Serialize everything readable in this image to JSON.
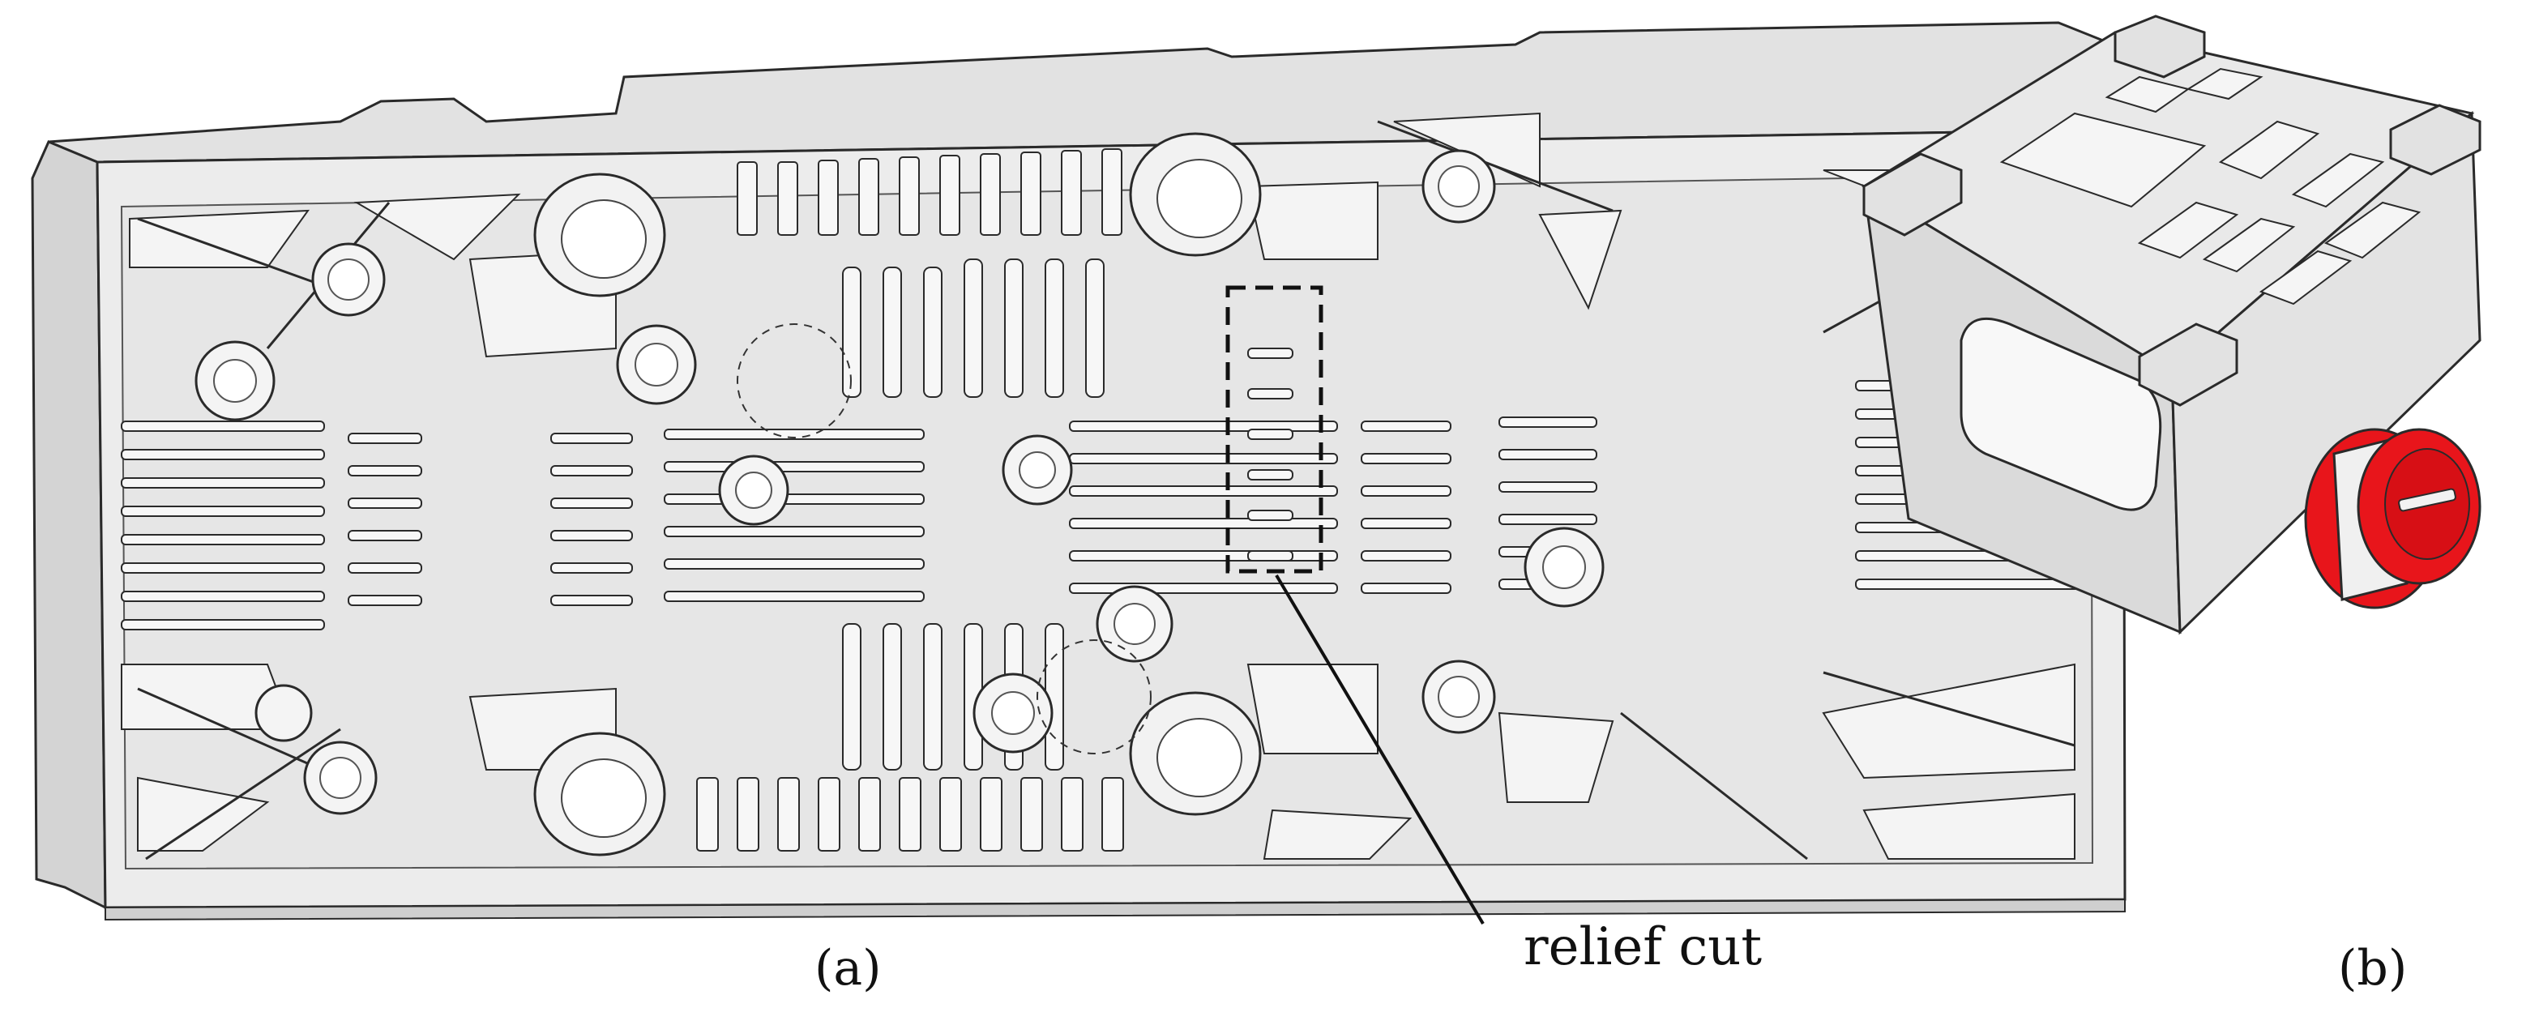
{
  "figure": {
    "panel_a": {
      "caption": "(a)"
    },
    "panel_b": {
      "caption": "(b)"
    },
    "callout": {
      "text": "relief cut"
    }
  },
  "colors": {
    "part_face": "#ececec",
    "part_side": "#d4d4d4",
    "edge": "#2a2a2a",
    "pocket": "#f7f7f7",
    "cap_red": "#e8151b",
    "background": "#ffffff"
  }
}
